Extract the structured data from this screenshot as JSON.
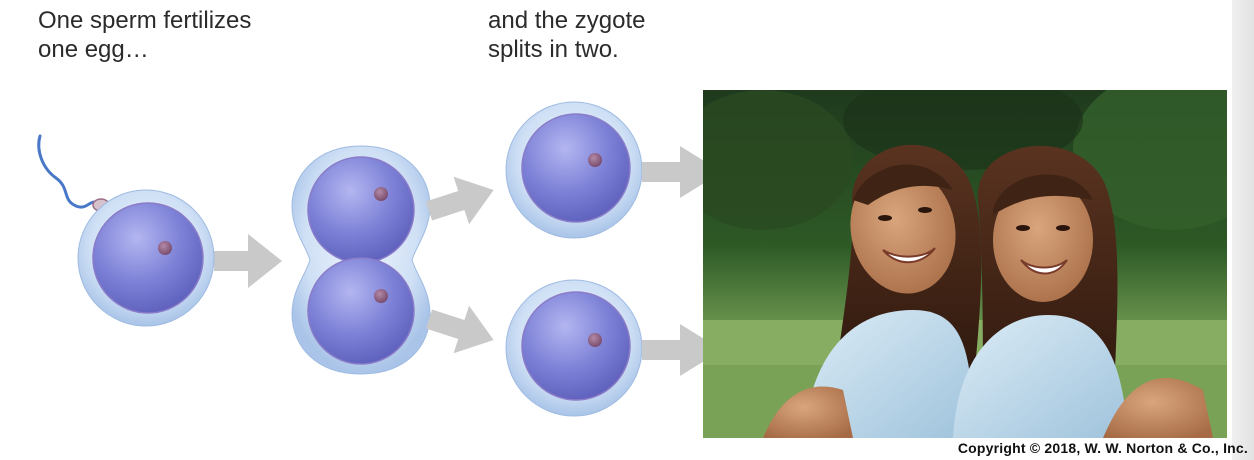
{
  "captions": {
    "left": {
      "line1": "One sperm fertilizes",
      "line2": "one egg…"
    },
    "right": {
      "line1": "and the zygote",
      "line2": "splits in two."
    }
  },
  "stages": [
    "sperm-and-egg",
    "dividing-zygote",
    "two-embryos",
    "identical-twins-photo"
  ],
  "colors": {
    "cell_outer": "#bcd4f0",
    "cell_inner": "#7c80d6",
    "nucleus": "#8e5a80",
    "arrow": "#c9c9c9",
    "caption_text": "#2b2b2b"
  },
  "footer": {
    "copyright": "Copyright © 2018, W. W. Norton & Co., Inc."
  }
}
